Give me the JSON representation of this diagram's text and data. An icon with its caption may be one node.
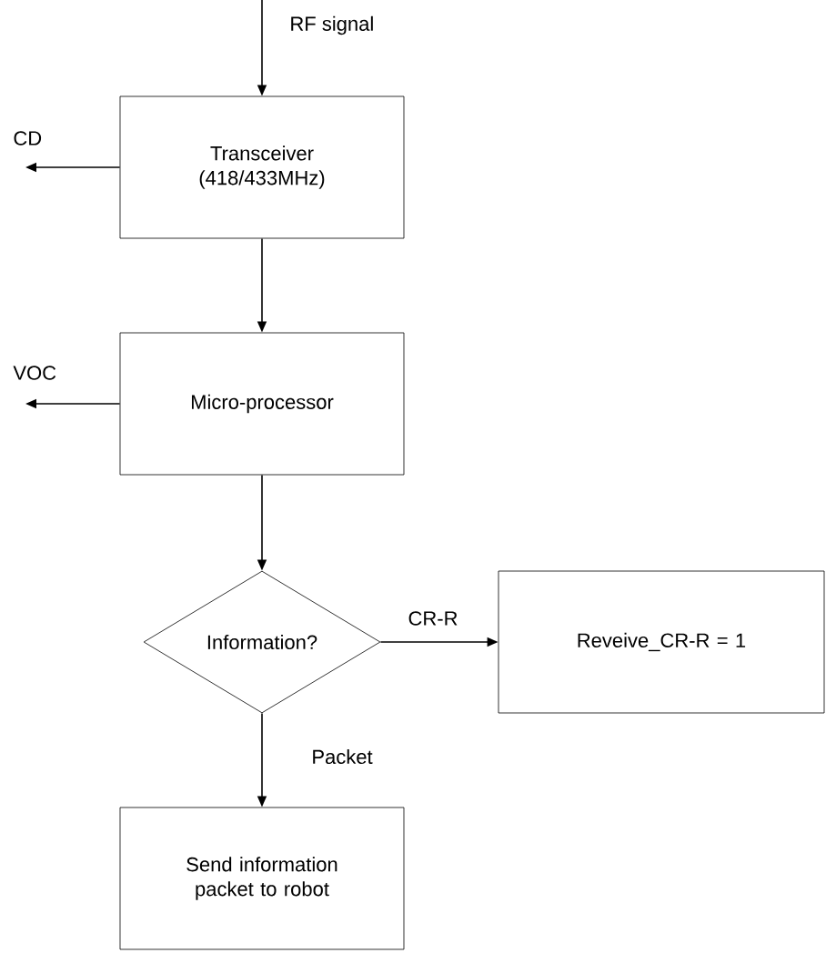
{
  "diagram": {
    "nodes": [
      {
        "text": [
          "Transceiver (418/433MHz)"
        ]
      },
      {
        "text": [
          "Micro-processor"
        ]
      },
      {
        "text": [
          "Information?"
        ]
      },
      {
        "text": [
          "Reveive_CR-R = 1"
        ]
      },
      {
        "text": [
          "Send information packet to robot"
        ]
      }
    ],
    "edges": [
      {
        "from": null,
        "to": 0,
        "arrow": "to",
        "label": "RF signal"
      },
      {
        "from": 0,
        "to": null,
        "arrow": "to",
        "label": "CD"
      },
      {
        "from": 0,
        "to": 1,
        "arrow": "to"
      },
      {
        "from": 1,
        "to": null,
        "arrow": "to",
        "label": "VOC"
      },
      {
        "from": 1,
        "to": 2,
        "arrow": "to"
      },
      {
        "from": 2,
        "to": 3,
        "arrow": "to",
        "label": "CR-R"
      },
      {
        "from": 2,
        "to": 4,
        "arrow": "to",
        "label": "Packet"
      }
    ]
  }
}
